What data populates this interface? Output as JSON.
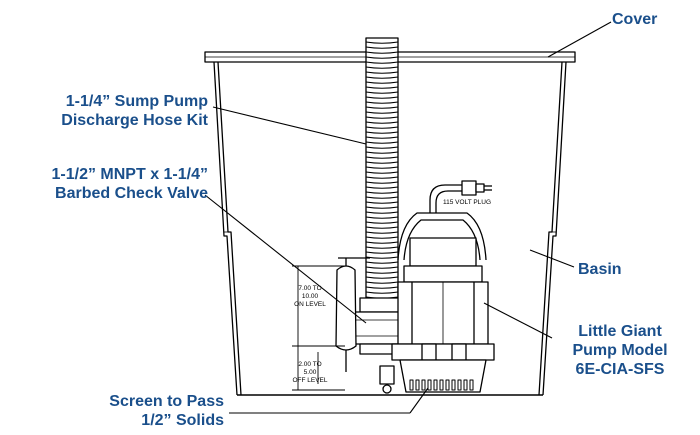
{
  "callouts": {
    "cover": "Cover",
    "hose_kit": [
      "1-1/4” Sump Pump",
      "Discharge Hose Kit"
    ],
    "check_valve": [
      "1-1/2” MNPT x 1-1/4”",
      "Barbed Check Valve"
    ],
    "basin": "Basin",
    "pump_model": [
      "Little Giant",
      "Pump Model",
      "6E-CIA-SFS"
    ],
    "screen": [
      "Screen to Pass",
      "1/2” Solids"
    ]
  },
  "drawing_labels": {
    "plug": "115 VOLT PLUG",
    "on_level": [
      "7.00 TO",
      "10.00",
      "ON LEVEL"
    ],
    "off_level": [
      "2.00 TO",
      "5.00",
      "OFF LEVEL"
    ]
  },
  "colors": {
    "callout_text": "#1a4f8b",
    "line_art": "#000000"
  }
}
